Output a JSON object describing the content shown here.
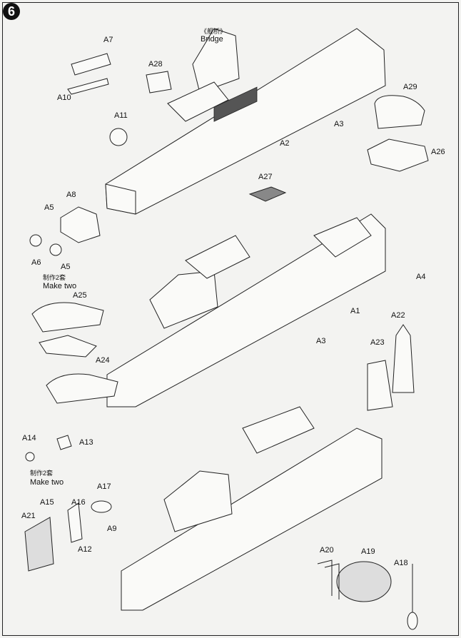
{
  "step_number": "6",
  "labels": {
    "a7": "A7",
    "a28": "A28",
    "a10": "A10",
    "a11": "A11",
    "bridge_cn": "《舰桥》",
    "bridge_en": "Bridge",
    "a2": "A2",
    "a3_top": "A3",
    "a29": "A29",
    "a26": "A26",
    "a27": "A27",
    "a8": "A8",
    "a5_top": "A5",
    "a6": "A6",
    "a5_bottom": "A5",
    "make_two_cn_1": "制作2套",
    "make_two_en_1": "Make two",
    "a25": "A25",
    "a24": "A24",
    "a4": "A4",
    "a1": "A1",
    "a3_mid": "A3",
    "a22": "A22",
    "a23": "A23",
    "a14": "A14",
    "a13": "A13",
    "make_two_cn_2": "制作2套",
    "make_two_en_2": "Make two",
    "a15": "A15",
    "a16": "A16",
    "a17": "A17",
    "a21": "A21",
    "a9": "A9",
    "a12": "A12",
    "a20": "A20",
    "a19": "A19",
    "a18": "A18"
  }
}
